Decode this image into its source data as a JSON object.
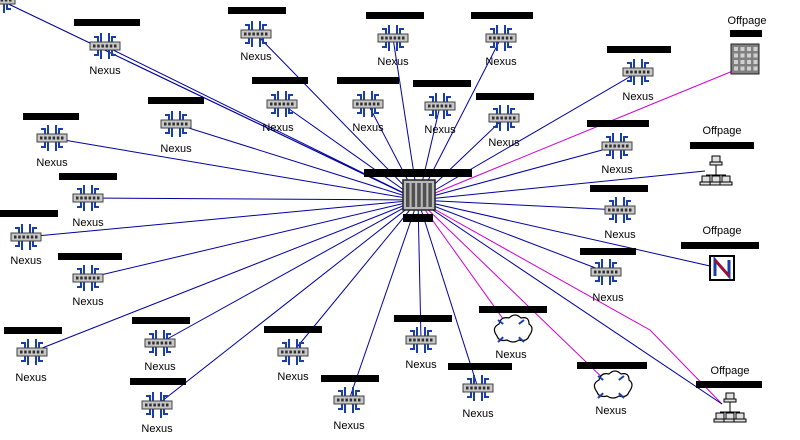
{
  "colors": {
    "link": "#0000a0",
    "offpage_link": "#d000d0",
    "node_blue": "#1a3ea8",
    "switch_gray": "#c8c8c8",
    "bar": "#000000"
  },
  "hub": {
    "icon": "chassis-icon"
  },
  "nodes": [
    {
      "label": "Nexus",
      "icon": "switch-icon"
    },
    {
      "label": "Nexus",
      "icon": "switch-icon"
    },
    {
      "label": "Nexus",
      "icon": "switch-icon"
    },
    {
      "label": "Nexus",
      "icon": "switch-icon"
    },
    {
      "label": "Nexus",
      "icon": "switch-icon"
    },
    {
      "label": "Nexus",
      "icon": "switch-icon"
    },
    {
      "label": "Nexus",
      "icon": "switch-icon"
    },
    {
      "label": "Nexus",
      "icon": "switch-icon"
    },
    {
      "label": "Nexus",
      "icon": "switch-icon"
    },
    {
      "label": "Nexus",
      "icon": "switch-icon"
    },
    {
      "label": "Nexus",
      "icon": "switch-icon"
    },
    {
      "label": "Nexus",
      "icon": "switch-icon"
    },
    {
      "label": "Nexus",
      "icon": "switch-icon"
    },
    {
      "label": "Nexus",
      "icon": "switch-icon"
    },
    {
      "label": "Nexus",
      "icon": "switch-icon"
    },
    {
      "label": "Nexus",
      "icon": "switch-icon"
    },
    {
      "label": "Nexus",
      "icon": "switch-icon"
    },
    {
      "label": "Nexus",
      "icon": "switch-icon"
    },
    {
      "label": "Nexus",
      "icon": "switch-icon"
    },
    {
      "label": "Nexus",
      "icon": "switch-icon"
    },
    {
      "label": "Nexus",
      "icon": "switch-icon"
    },
    {
      "label": "Nexus",
      "icon": "switch-icon"
    },
    {
      "label": "Nexus",
      "icon": "switch-icon"
    },
    {
      "label": "Nexus",
      "icon": "switch-icon"
    },
    {
      "label": "Nexus",
      "icon": "switch-icon"
    },
    {
      "label": "Nexus",
      "icon": "switch-icon"
    },
    {
      "label": "Nexus",
      "icon": "cloud-icon"
    },
    {
      "label": "Nexus",
      "icon": "cloud-icon"
    }
  ],
  "offpage": [
    {
      "label": "Offpage",
      "icon": "building-icon"
    },
    {
      "label": "Offpage",
      "icon": "network-group-icon"
    },
    {
      "label": "Offpage",
      "icon": "nexus-logo-icon"
    },
    {
      "label": "Offpage",
      "icon": "network-group-icon"
    }
  ]
}
